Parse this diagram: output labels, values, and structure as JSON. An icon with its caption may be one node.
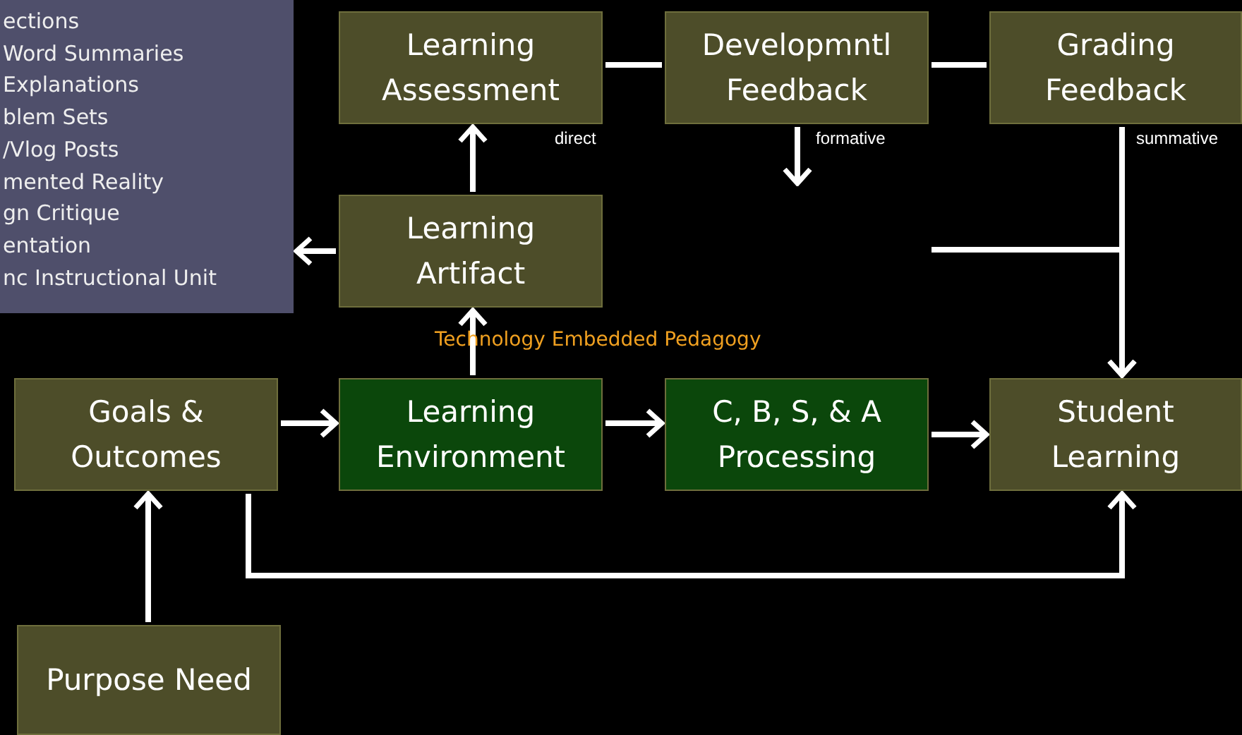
{
  "diagram": {
    "nodes": [
      {
        "text": [
          "ections",
          "Word Summaries",
          "Explanations",
          "blem Sets",
          "/Vlog Posts",
          "mented Reality",
          "gn Critique",
          "entation",
          "nc Instructional Unit"
        ]
      },
      {
        "text": [
          "Learning Assessment"
        ]
      },
      {
        "text": [
          "Developmntl Feedback"
        ]
      },
      {
        "text": [
          "Grading Feedback"
        ]
      },
      {
        "text": [
          "Learning Artifact"
        ]
      },
      {
        "text": [
          "Goals & Outcomes"
        ]
      },
      {
        "text": [
          "Learning Environment"
        ]
      },
      {
        "text": [
          "C, B, S, & A Processing"
        ]
      },
      {
        "text": [
          "Student Learning"
        ]
      },
      {
        "text": [
          "Purpose Need"
        ]
      }
    ],
    "edges": [
      {
        "from": 4,
        "to": 0,
        "arrow": "to"
      },
      {
        "from": 4,
        "to": 1,
        "arrow": "to"
      },
      {
        "from": 6,
        "to": 4,
        "arrow": "to"
      },
      {
        "from": 1,
        "to": 2,
        "arrow": "none"
      },
      {
        "from": 2,
        "to": 3,
        "arrow": "none"
      },
      {
        "from": 2,
        "to": null,
        "arrow": "to"
      },
      {
        "from": 3,
        "to": 8,
        "arrow": "to"
      },
      {
        "from": null,
        "to": 8,
        "arrow": "to"
      },
      {
        "from": 5,
        "to": 6,
        "arrow": "to"
      },
      {
        "from": 6,
        "to": 7,
        "arrow": "to"
      },
      {
        "from": 7,
        "to": 8,
        "arrow": "to"
      },
      {
        "from": 5,
        "to": 8,
        "arrow": "to"
      },
      {
        "from": 9,
        "to": 5,
        "arrow": "to"
      }
    ],
    "labels": [
      "direct",
      "formative",
      "summative",
      "Technology Embedded Pedagogy"
    ]
  }
}
